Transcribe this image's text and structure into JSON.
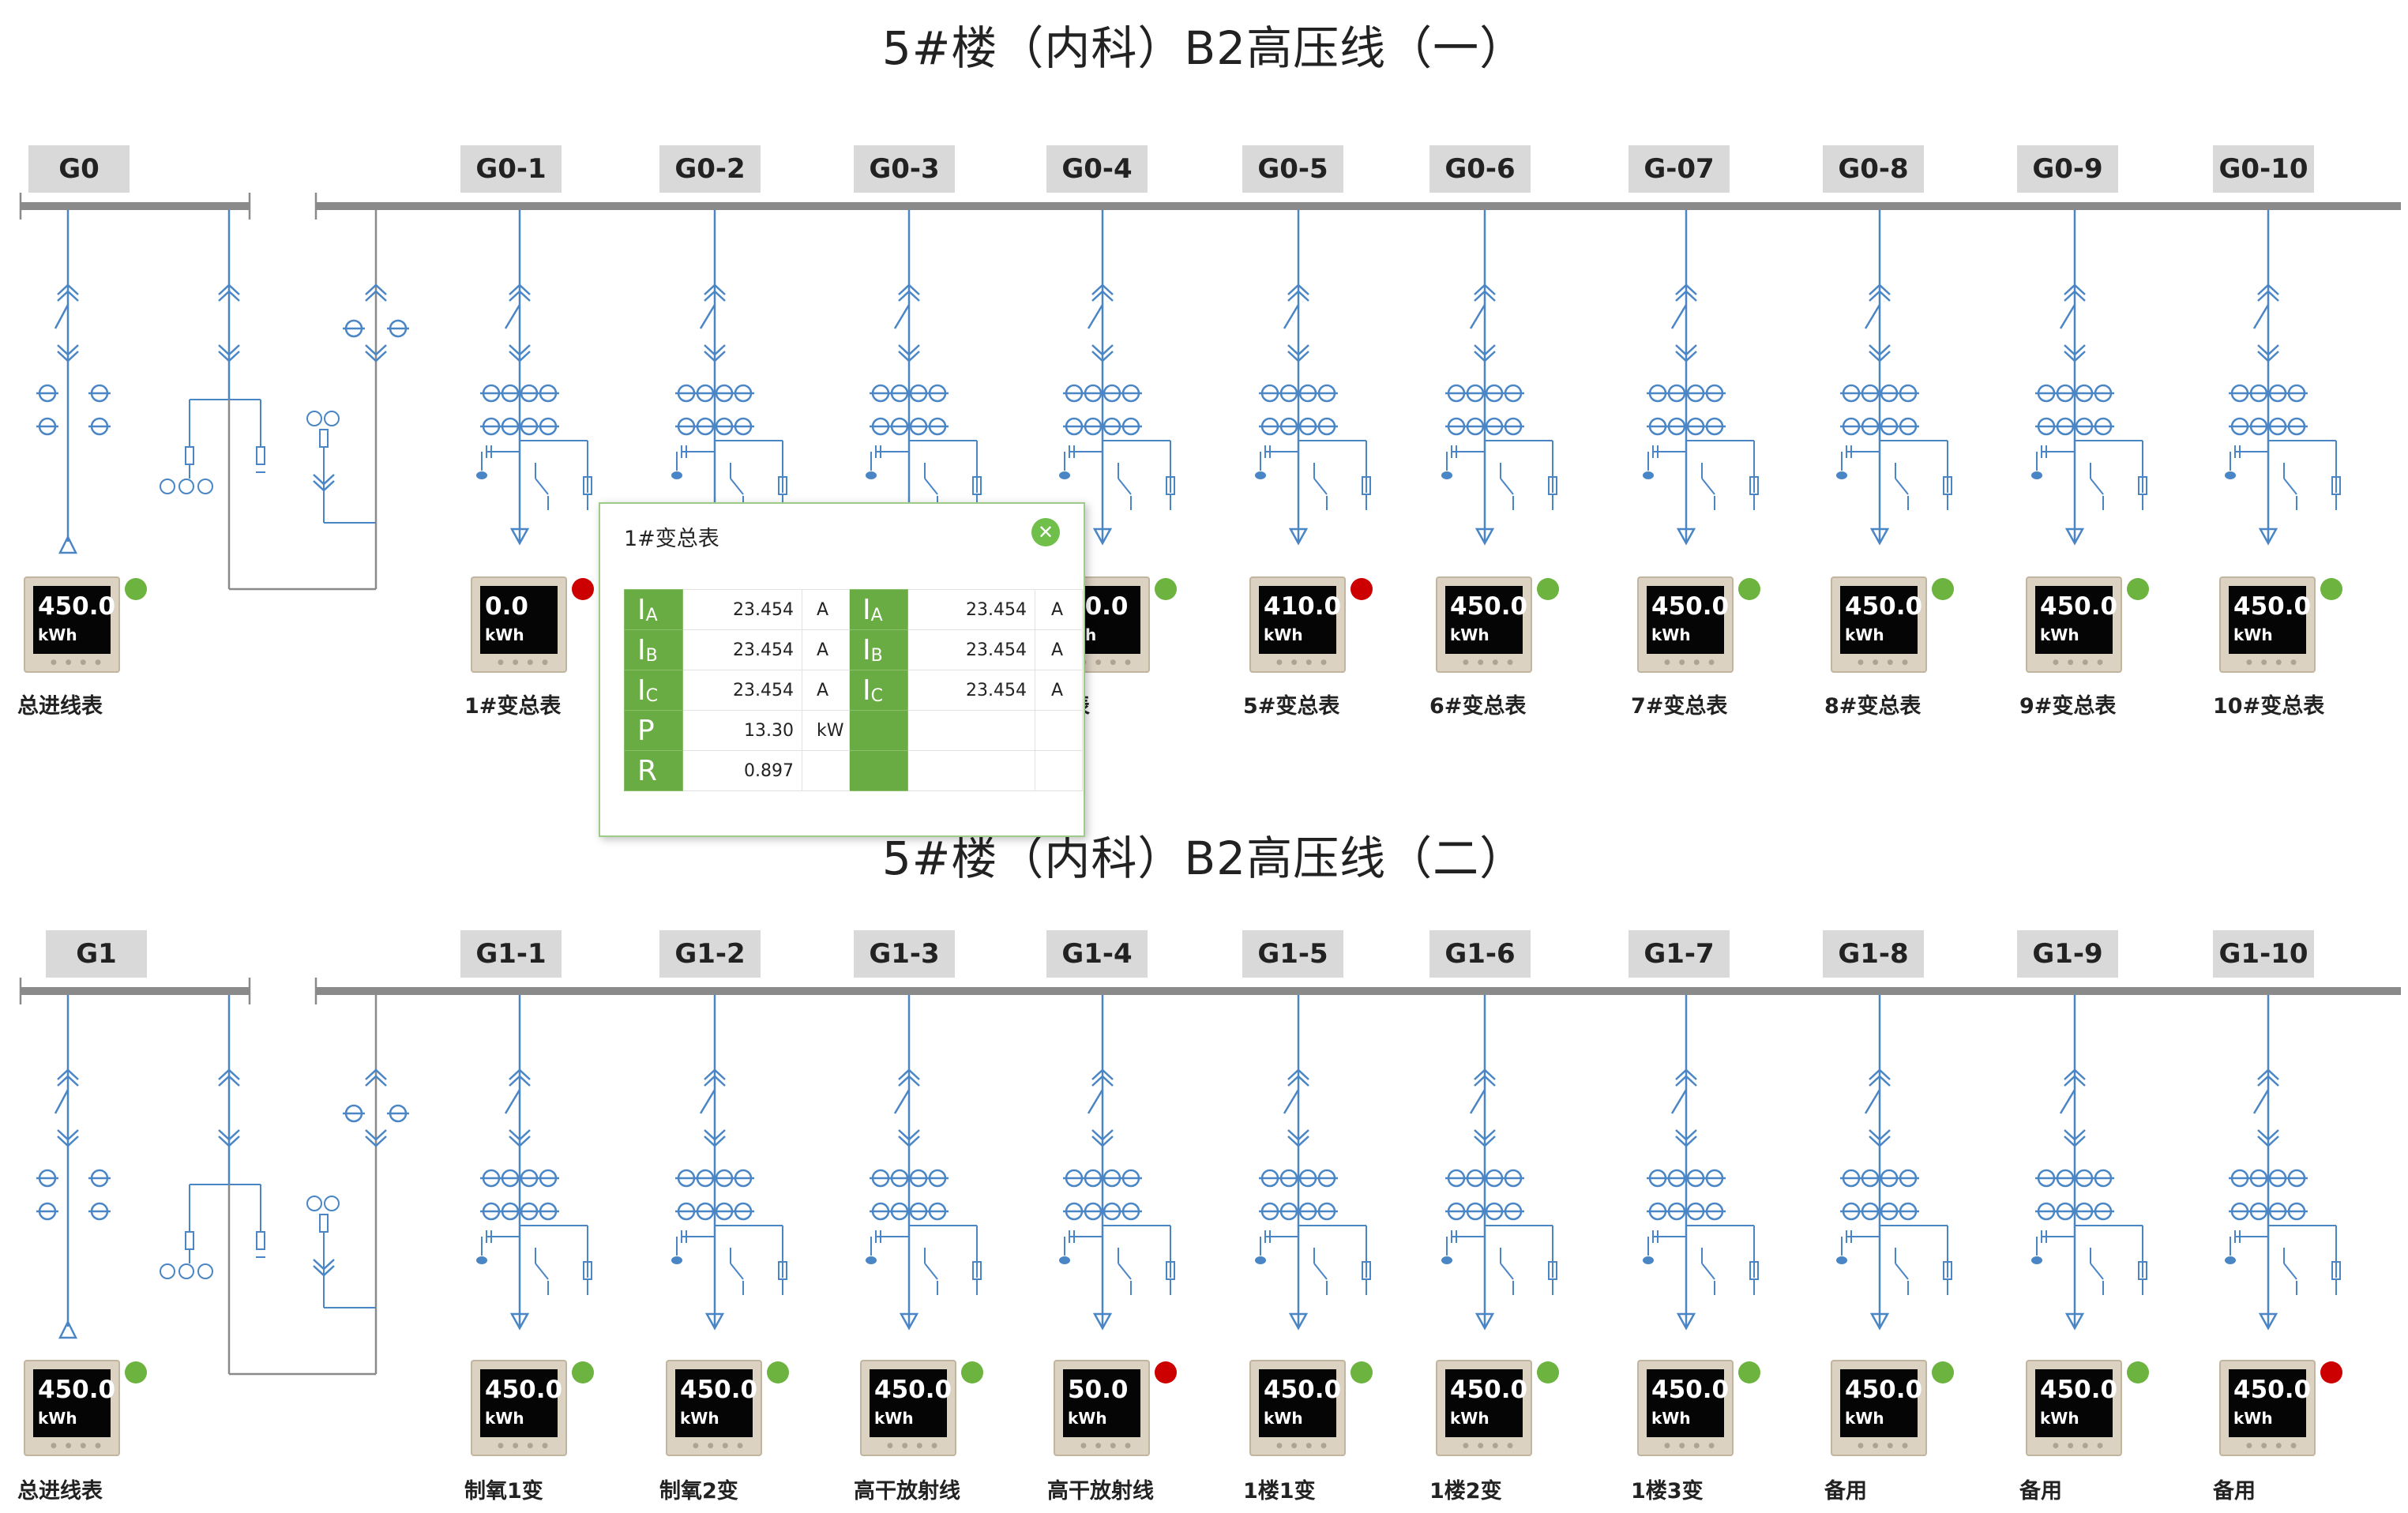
{
  "titles": [
    "5#楼（内科）B2高压线（一）",
    "5#楼（内科）B2高压线（二）"
  ],
  "colors": {
    "status_ok": "#6db33f",
    "status_alarm": "#cc0000",
    "line": "#4a86c5",
    "bus": "#8a8a8a"
  },
  "row1": {
    "incoming": {
      "tag": "G0",
      "meter": "450.0",
      "unit": "kWh",
      "status": "ok",
      "caption": "总进线表"
    },
    "feeders": [
      {
        "tag": "G0-1",
        "meter": "0.0",
        "unit": "kWh",
        "status": "alarm",
        "caption": "1#变总表"
      },
      {
        "tag": "G0-2",
        "meter": "",
        "unit": "",
        "status": "",
        "caption": ""
      },
      {
        "tag": "G0-3",
        "meter": "",
        "unit": "",
        "status": "",
        "caption": ""
      },
      {
        "tag": "G0-4",
        "meter": "50.0",
        "unit": "Wh",
        "status": "ok",
        "caption": "总表"
      },
      {
        "tag": "G0-5",
        "meter": "410.0",
        "unit": "kWh",
        "status": "alarm",
        "caption": "5#变总表"
      },
      {
        "tag": "G0-6",
        "meter": "450.0",
        "unit": "kWh",
        "status": "ok",
        "caption": "6#变总表"
      },
      {
        "tag": "G-07",
        "meter": "450.0",
        "unit": "kWh",
        "status": "ok",
        "caption": "7#变总表"
      },
      {
        "tag": "G0-8",
        "meter": "450.0",
        "unit": "kWh",
        "status": "ok",
        "caption": "8#变总表"
      },
      {
        "tag": "G0-9",
        "meter": "450.0",
        "unit": "kWh",
        "status": "ok",
        "caption": "9#变总表"
      },
      {
        "tag": "G0-10",
        "meter": "450.0",
        "unit": "kWh",
        "status": "ok",
        "caption": "10#变总表"
      }
    ]
  },
  "row2": {
    "incoming": {
      "tag": "G1",
      "meter": "450.0",
      "unit": "kWh",
      "status": "ok",
      "caption": "总进线表"
    },
    "feeders": [
      {
        "tag": "G1-1",
        "meter": "450.0",
        "unit": "kWh",
        "status": "ok",
        "caption": "制氧1变"
      },
      {
        "tag": "G1-2",
        "meter": "450.0",
        "unit": "kWh",
        "status": "ok",
        "caption": "制氧2变"
      },
      {
        "tag": "G1-3",
        "meter": "450.0",
        "unit": "kWh",
        "status": "ok",
        "caption": "高干放射线"
      },
      {
        "tag": "G1-4",
        "meter": "50.0",
        "unit": "kWh",
        "status": "alarm",
        "caption": "高干放射线"
      },
      {
        "tag": "G1-5",
        "meter": "450.0",
        "unit": "kWh",
        "status": "ok",
        "caption": "1楼1变"
      },
      {
        "tag": "G1-6",
        "meter": "450.0",
        "unit": "kWh",
        "status": "ok",
        "caption": "1楼2变"
      },
      {
        "tag": "G1-7",
        "meter": "450.0",
        "unit": "kWh",
        "status": "ok",
        "caption": "1楼3变"
      },
      {
        "tag": "G1-8",
        "meter": "450.0",
        "unit": "kWh",
        "status": "ok",
        "caption": "备用"
      },
      {
        "tag": "G1-9",
        "meter": "450.0",
        "unit": "kWh",
        "status": "ok",
        "caption": "备用"
      },
      {
        "tag": "G1-10",
        "meter": "450.0",
        "unit": "kWh",
        "status": "alarm",
        "caption": "备用"
      }
    ]
  },
  "popup": {
    "title": "1#变总表",
    "close_glyph": "✕",
    "rows": [
      {
        "label": "I",
        "sub": "A",
        "v1": "23.454",
        "u1": "A",
        "label2": "I",
        "sub2": "A",
        "v2": "23.454",
        "u2": "A"
      },
      {
        "label": "I",
        "sub": "B",
        "v1": "23.454",
        "u1": "A",
        "label2": "I",
        "sub2": "B",
        "v2": "23.454",
        "u2": "A"
      },
      {
        "label": "I",
        "sub": "C",
        "v1": "23.454",
        "u1": "A",
        "label2": "I",
        "sub2": "C",
        "v2": "23.454",
        "u2": "A"
      },
      {
        "label": "P",
        "sub": "",
        "v1": "13.30",
        "u1": "kW",
        "label2": "",
        "sub2": "",
        "v2": "",
        "u2": ""
      },
      {
        "label": "R",
        "sub": "",
        "v1": "0.897",
        "u1": "",
        "label2": "",
        "sub2": "",
        "v2": "",
        "u2": ""
      }
    ]
  }
}
